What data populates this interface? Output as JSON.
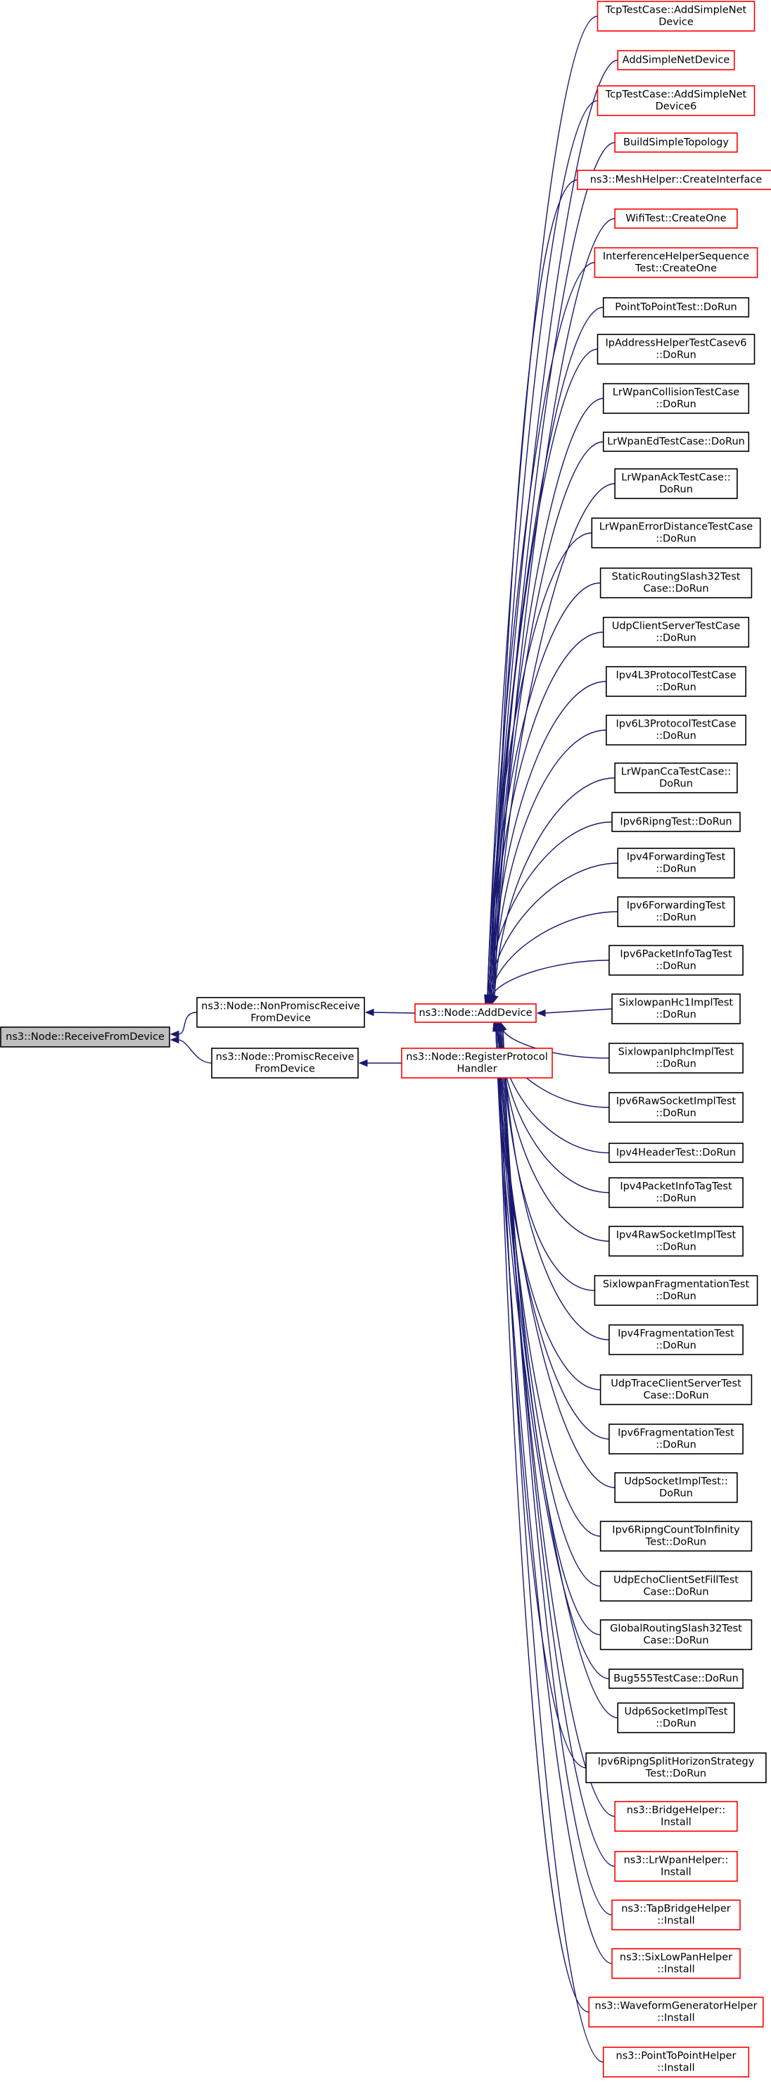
{
  "root": {
    "label": [
      "ns3::Node::ReceiveFromDevice"
    ]
  },
  "level1": [
    {
      "id": "nonpromisc",
      "label": [
        "ns3::Node::NonPromiscReceive",
        "FromDevice"
      ]
    },
    {
      "id": "promisc",
      "label": [
        "ns3::Node::PromiscReceive",
        "FromDevice"
      ]
    }
  ],
  "level2": [
    {
      "id": "adddevice",
      "label": [
        "ns3::Node::AddDevice"
      ],
      "border": "red"
    },
    {
      "id": "registerhandler",
      "label": [
        "ns3::Node::RegisterProtocol",
        "Handler"
      ],
      "border": "red"
    }
  ],
  "callers": [
    {
      "label": [
        "TcpTestCase::AddSimpleNet",
        "Device"
      ],
      "border": "red"
    },
    {
      "label": [
        "AddSimpleNetDevice"
      ],
      "border": "red"
    },
    {
      "label": [
        "TcpTestCase::AddSimpleNet",
        "Device6"
      ],
      "border": "red"
    },
    {
      "label": [
        "BuildSimpleTopology"
      ],
      "border": "red"
    },
    {
      "label": [
        "ns3::MeshHelper::CreateInterface"
      ],
      "border": "red"
    },
    {
      "label": [
        "WifiTest::CreateOne"
      ],
      "border": "red"
    },
    {
      "label": [
        "InterferenceHelperSequence",
        "Test::CreateOne"
      ],
      "border": "red"
    },
    {
      "label": [
        "PointToPointTest::DoRun"
      ],
      "border": "black"
    },
    {
      "label": [
        "IpAddressHelperTestCasev6",
        "::DoRun"
      ],
      "border": "black"
    },
    {
      "label": [
        "LrWpanCollisionTestCase",
        "::DoRun"
      ],
      "border": "black"
    },
    {
      "label": [
        "LrWpanEdTestCase::DoRun"
      ],
      "border": "black"
    },
    {
      "label": [
        "LrWpanAckTestCase::",
        "DoRun"
      ],
      "border": "black"
    },
    {
      "label": [
        "LrWpanErrorDistanceTestCase",
        "::DoRun"
      ],
      "border": "black"
    },
    {
      "label": [
        "StaticRoutingSlash32Test",
        "Case::DoRun"
      ],
      "border": "black"
    },
    {
      "label": [
        "UdpClientServerTestCase",
        "::DoRun"
      ],
      "border": "black"
    },
    {
      "label": [
        "Ipv4L3ProtocolTestCase",
        "::DoRun"
      ],
      "border": "black"
    },
    {
      "label": [
        "Ipv6L3ProtocolTestCase",
        "::DoRun"
      ],
      "border": "black"
    },
    {
      "label": [
        "LrWpanCcaTestCase::",
        "DoRun"
      ],
      "border": "black"
    },
    {
      "label": [
        "Ipv6RipngTest::DoRun"
      ],
      "border": "black"
    },
    {
      "label": [
        "Ipv4ForwardingTest",
        "::DoRun"
      ],
      "border": "black"
    },
    {
      "label": [
        "Ipv6ForwardingTest",
        "::DoRun"
      ],
      "border": "black"
    },
    {
      "label": [
        "Ipv6PacketInfoTagTest",
        "::DoRun"
      ],
      "border": "black"
    },
    {
      "label": [
        "SixlowpanHc1ImplTest",
        "::DoRun"
      ],
      "border": "black"
    },
    {
      "label": [
        "SixlowpanIphcImplTest",
        "::DoRun"
      ],
      "border": "black"
    },
    {
      "label": [
        "Ipv6RawSocketImplTest",
        "::DoRun"
      ],
      "border": "black"
    },
    {
      "label": [
        "Ipv4HeaderTest::DoRun"
      ],
      "border": "black"
    },
    {
      "label": [
        "Ipv4PacketInfoTagTest",
        "::DoRun"
      ],
      "border": "black"
    },
    {
      "label": [
        "Ipv4RawSocketImplTest",
        "::DoRun"
      ],
      "border": "black"
    },
    {
      "label": [
        "SixlowpanFragmentationTest",
        "::DoRun"
      ],
      "border": "black"
    },
    {
      "label": [
        "Ipv4FragmentationTest",
        "::DoRun"
      ],
      "border": "black"
    },
    {
      "label": [
        "UdpTraceClientServerTest",
        "Case::DoRun"
      ],
      "border": "black"
    },
    {
      "label": [
        "Ipv6FragmentationTest",
        "::DoRun"
      ],
      "border": "black"
    },
    {
      "label": [
        "UdpSocketImplTest::",
        "DoRun"
      ],
      "border": "black"
    },
    {
      "label": [
        "Ipv6RipngCountToInfinity",
        "Test::DoRun"
      ],
      "border": "black"
    },
    {
      "label": [
        "UdpEchoClientSetFillTest",
        "Case::DoRun"
      ],
      "border": "black"
    },
    {
      "label": [
        "GlobalRoutingSlash32Test",
        "Case::DoRun"
      ],
      "border": "black"
    },
    {
      "label": [
        "Bug555TestCase::DoRun"
      ],
      "border": "black"
    },
    {
      "label": [
        "Udp6SocketImplTest",
        "::DoRun"
      ],
      "border": "black"
    },
    {
      "label": [
        "Ipv6RipngSplitHorizonStrategy",
        "Test::DoRun"
      ],
      "border": "black"
    },
    {
      "label": [
        "ns3::BridgeHelper::",
        "Install"
      ],
      "border": "red"
    },
    {
      "label": [
        "ns3::LrWpanHelper::",
        "Install"
      ],
      "border": "red"
    },
    {
      "label": [
        "ns3::TapBridgeHelper",
        "::Install"
      ],
      "border": "red"
    },
    {
      "label": [
        "ns3::SixLowPanHelper",
        "::Install"
      ],
      "border": "red"
    },
    {
      "label": [
        "ns3::WaveformGeneratorHelper",
        "::Install"
      ],
      "border": "red"
    },
    {
      "label": [
        "ns3::PointToPointHelper",
        "::Install"
      ],
      "border": "red"
    }
  ],
  "colors": {
    "edge": "#191970",
    "red_border": "#ff0000",
    "black_border": "#000000",
    "root_fill": "#bfbfbf"
  }
}
